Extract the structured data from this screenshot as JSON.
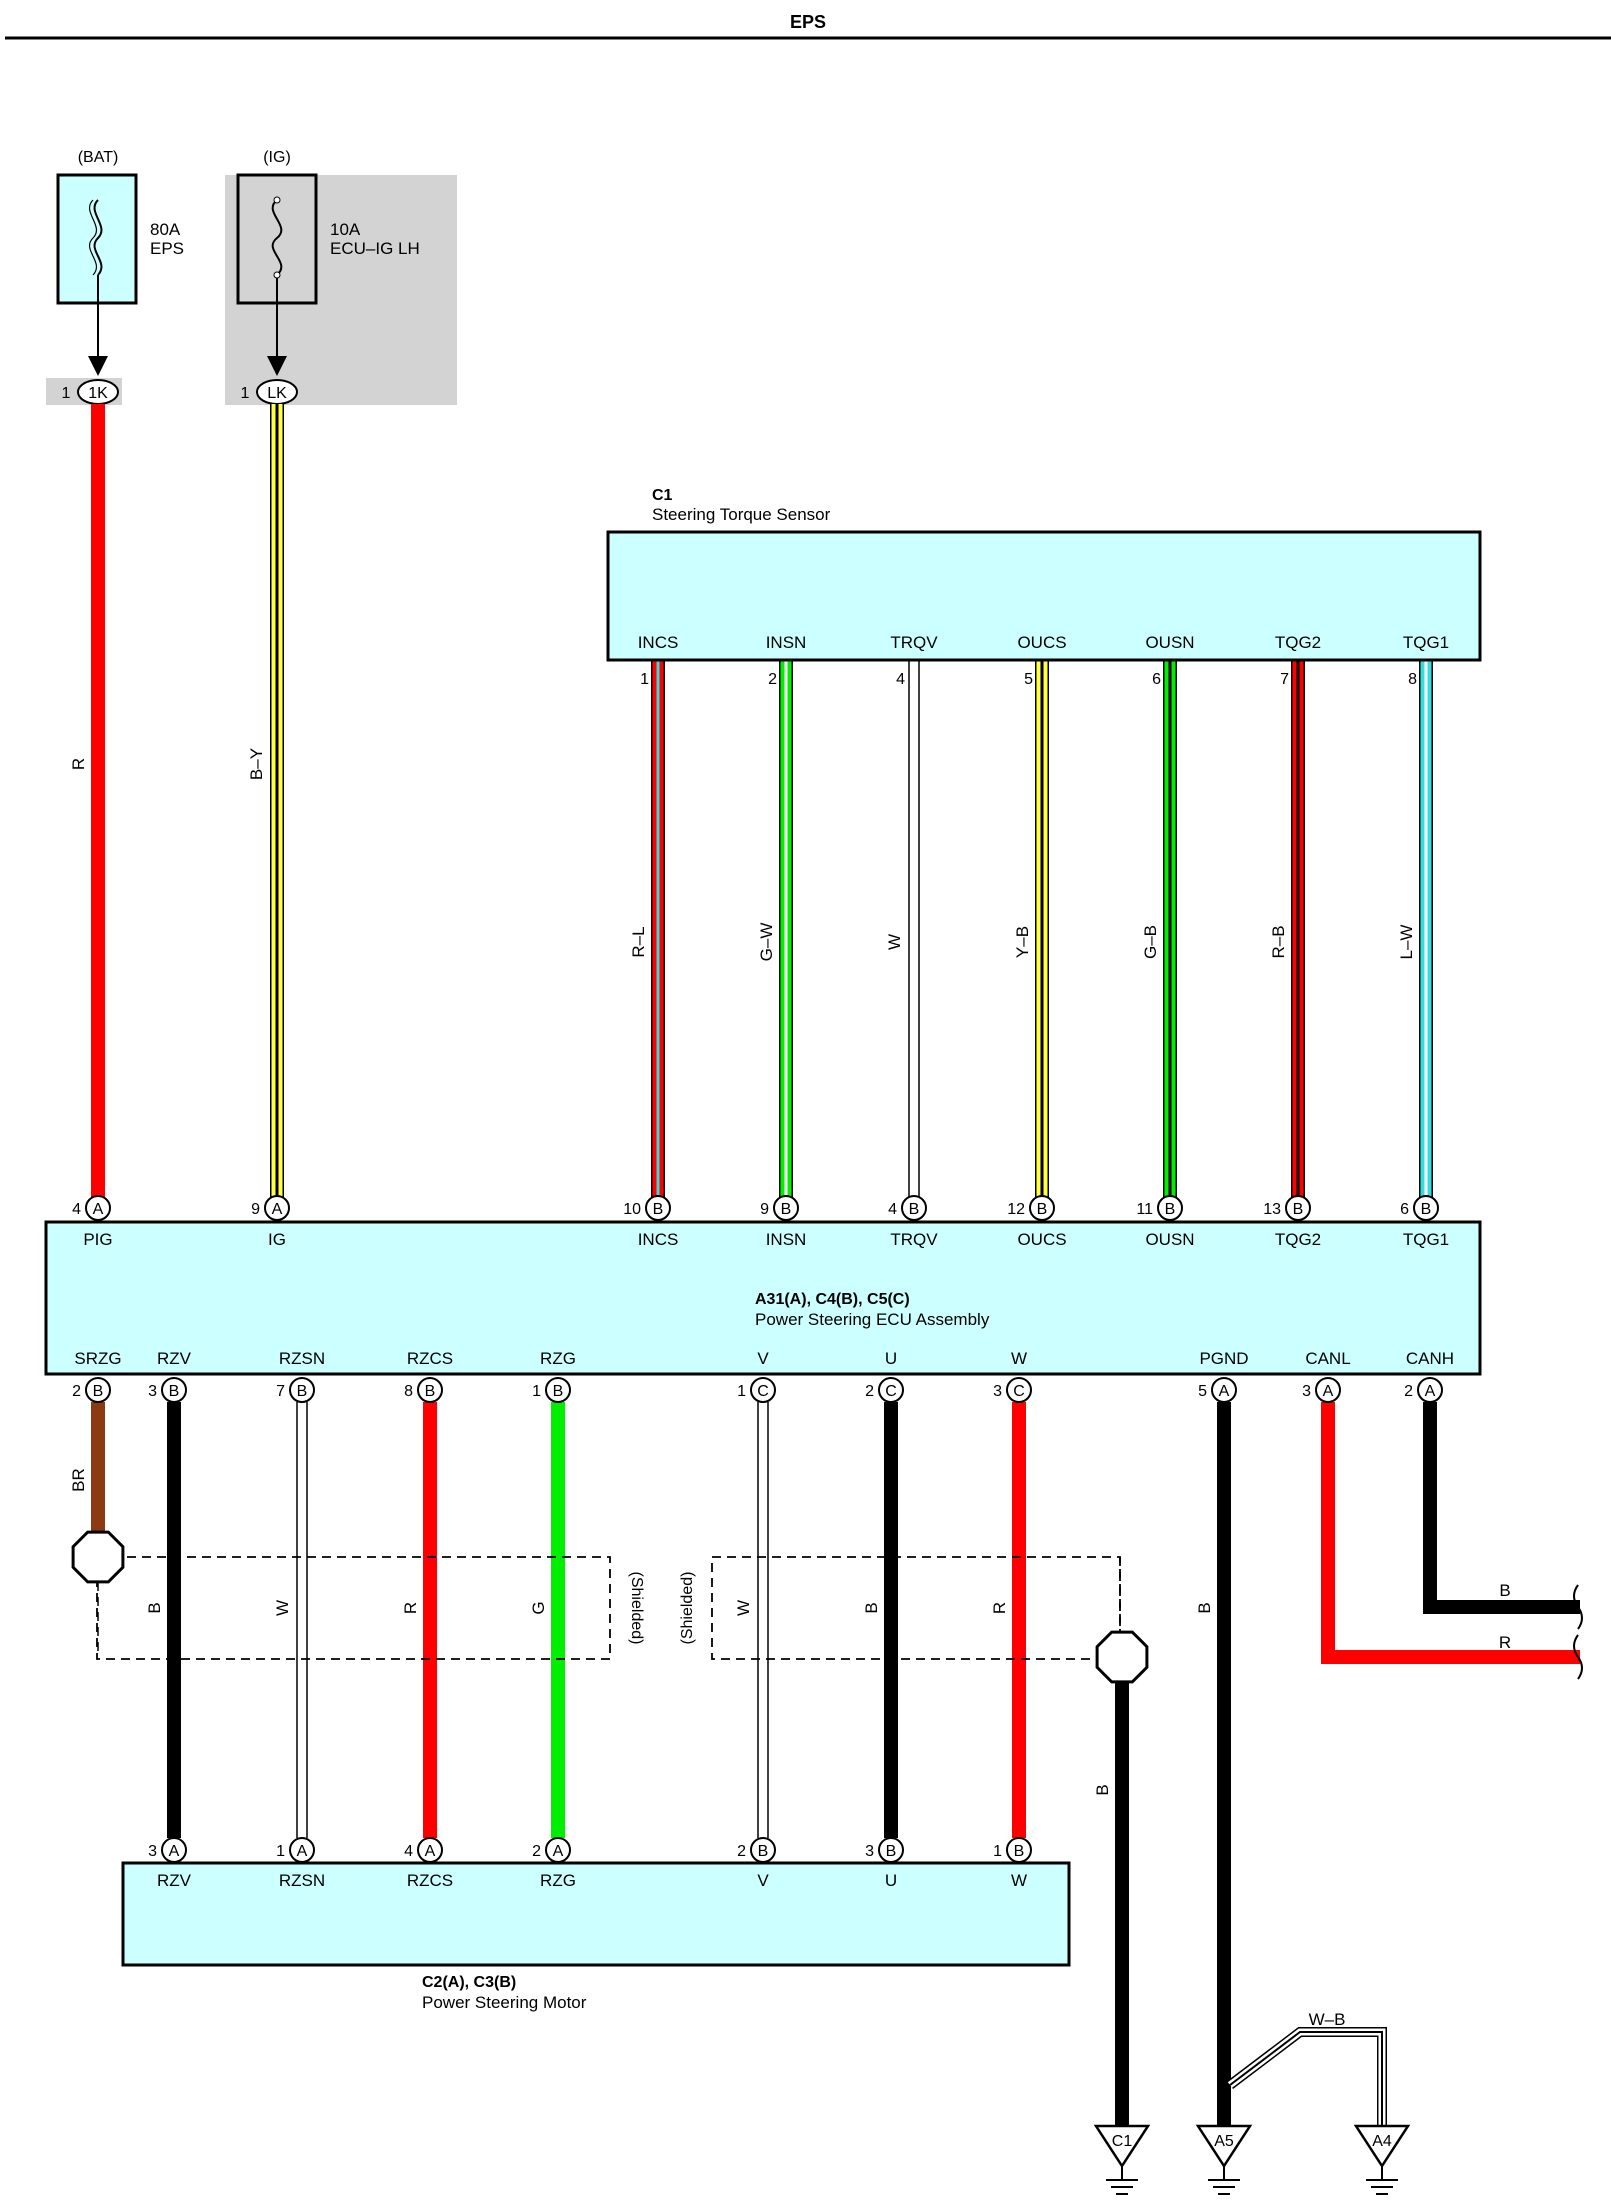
{
  "title": "EPS",
  "colors": {
    "component_fill": "#ccffff",
    "shade_fill": "#d3d3d3",
    "R": "#ff0000",
    "B": "#000000",
    "W": "#ffffff",
    "Y": "#ffff44",
    "G": "#00ee00",
    "L": "#33dddd",
    "BR": "#8b3a12"
  },
  "fuses": [
    {
      "source": "(BAT)",
      "amp": "80A",
      "name": "EPS",
      "pin": "1",
      "connector": "1K"
    },
    {
      "source": "(IG)",
      "amp": "10A",
      "name": "ECU–IG LH",
      "pin": "1",
      "connector": "LK"
    }
  ],
  "torque_sensor": {
    "code": "C1",
    "name": "Steering Torque Sensor",
    "terminals": [
      {
        "label": "INCS",
        "pin": "1"
      },
      {
        "label": "INSN",
        "pin": "2"
      },
      {
        "label": "TRQV",
        "pin": "4"
      },
      {
        "label": "OUCS",
        "pin": "5"
      },
      {
        "label": "OUSN",
        "pin": "6"
      },
      {
        "label": "TQG2",
        "pin": "7"
      },
      {
        "label": "TQG1",
        "pin": "8"
      }
    ]
  },
  "ecu": {
    "code": "A31(A), C4(B), C5(C)",
    "name": "Power Steering ECU Assembly",
    "top_terminals": [
      {
        "label": "PIG",
        "pin": "4",
        "conn": "A"
      },
      {
        "label": "IG",
        "pin": "9",
        "conn": "A"
      },
      {
        "label": "INCS",
        "pin": "10",
        "conn": "B"
      },
      {
        "label": "INSN",
        "pin": "9",
        "conn": "B"
      },
      {
        "label": "TRQV",
        "pin": "4",
        "conn": "B"
      },
      {
        "label": "OUCS",
        "pin": "12",
        "conn": "B"
      },
      {
        "label": "OUSN",
        "pin": "11",
        "conn": "B"
      },
      {
        "label": "TQG2",
        "pin": "13",
        "conn": "B"
      },
      {
        "label": "TQG1",
        "pin": "6",
        "conn": "B"
      }
    ],
    "bottom_terminals": [
      {
        "label": "SRZG",
        "pin": "2",
        "conn": "B"
      },
      {
        "label": "RZV",
        "pin": "3",
        "conn": "B"
      },
      {
        "label": "RZSN",
        "pin": "7",
        "conn": "B"
      },
      {
        "label": "RZCS",
        "pin": "8",
        "conn": "B"
      },
      {
        "label": "RZG",
        "pin": "1",
        "conn": "B"
      },
      {
        "label": "V",
        "pin": "1",
        "conn": "C"
      },
      {
        "label": "U",
        "pin": "2",
        "conn": "C"
      },
      {
        "label": "W",
        "pin": "3",
        "conn": "C"
      },
      {
        "label": "PGND",
        "pin": "5",
        "conn": "A"
      },
      {
        "label": "CANL",
        "pin": "3",
        "conn": "A"
      },
      {
        "label": "CANH",
        "pin": "2",
        "conn": "A"
      }
    ]
  },
  "motor": {
    "code": "C2(A), C3(B)",
    "name": "Power Steering Motor",
    "terminals": [
      {
        "label": "RZV",
        "pin": "3",
        "conn": "A"
      },
      {
        "label": "RZSN",
        "pin": "1",
        "conn": "A"
      },
      {
        "label": "RZCS",
        "pin": "4",
        "conn": "A"
      },
      {
        "label": "RZG",
        "pin": "2",
        "conn": "A"
      },
      {
        "label": "V",
        "pin": "2",
        "conn": "B"
      },
      {
        "label": "U",
        "pin": "3",
        "conn": "B"
      },
      {
        "label": "W",
        "pin": "1",
        "conn": "B"
      }
    ]
  },
  "wire_colors": {
    "pig": "R",
    "ig": "B–Y",
    "sensor": [
      "R–L",
      "G–W",
      "W",
      "Y–B",
      "G–B",
      "R–B",
      "L–W"
    ],
    "srzg": "BR",
    "rzv": "B",
    "rzsn": "W",
    "rzcs": "R",
    "rzg": "G",
    "v": "W",
    "u": "B",
    "w": "R",
    "shield_ground": "B",
    "pgnd": "B",
    "canh": "B",
    "canl": "R",
    "ground_link": "W–B"
  },
  "shielded_label": "(Shielded)",
  "grounds": [
    "C1",
    "A5",
    "A4"
  ]
}
